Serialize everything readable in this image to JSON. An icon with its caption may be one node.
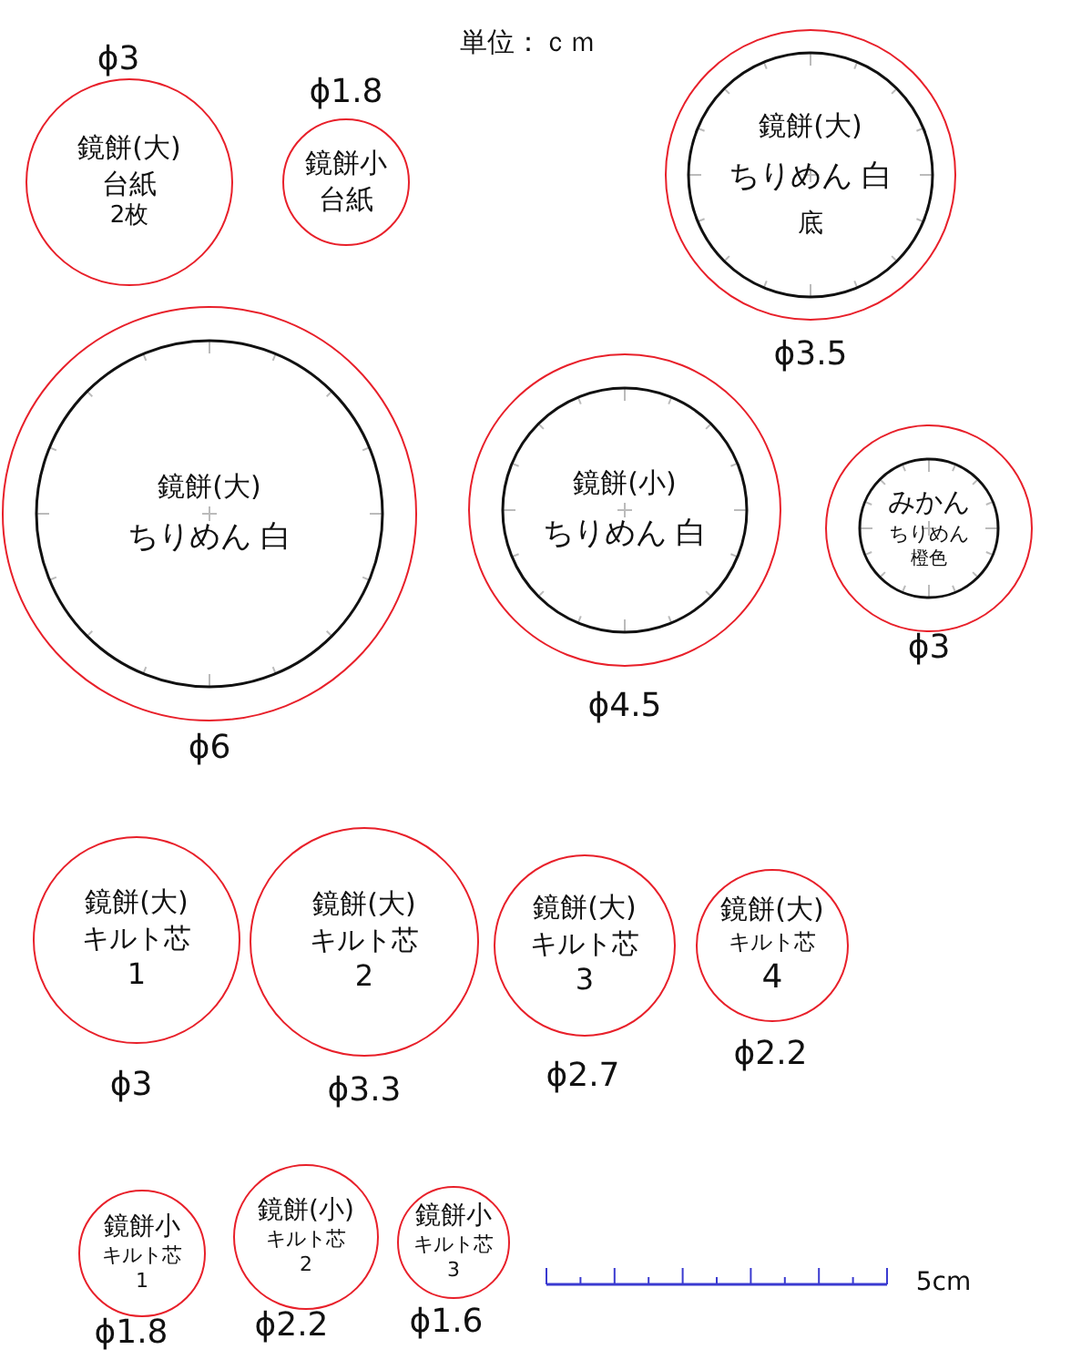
{
  "diagram": {
    "nodes": [
      {
        "text": [
          "鏡餅(大)",
          "台紙",
          "2枚"
        ],
        "beside": [
          "ϕ3"
        ]
      },
      {
        "text": [
          "鏡餅小",
          "台紙"
        ],
        "beside": [
          "ϕ1.8"
        ]
      },
      {
        "text": [
          "鏡餅(大)",
          "ちりめん 白",
          "底"
        ],
        "beside": [
          "ϕ3.5"
        ]
      },
      {
        "text": [
          "鏡餅(大)",
          "ちりめん 白"
        ],
        "beside": [
          "ϕ6"
        ]
      },
      {
        "text": [
          "鏡餅(小)",
          "ちりめん 白"
        ],
        "beside": [
          "ϕ4.5"
        ]
      },
      {
        "text": [
          "みかん",
          "ちりめん",
          "橙色"
        ],
        "beside": [
          "ϕ3"
        ]
      },
      {
        "text": [
          "鏡餅(大)",
          "キルト芯",
          "1"
        ],
        "beside": [
          "ϕ3"
        ]
      },
      {
        "text": [
          "鏡餅(大)",
          "キルト芯",
          "2"
        ],
        "beside": [
          "ϕ3.3"
        ]
      },
      {
        "text": [
          "鏡餅(大)",
          "キルト芯",
          "3"
        ],
        "beside": [
          "ϕ2.7"
        ]
      },
      {
        "text": [
          "鏡餅(大)",
          "キルト芯",
          "4"
        ],
        "beside": [
          "ϕ2.2"
        ]
      },
      {
        "text": [
          "鏡餅小",
          "キルト芯",
          "1"
        ],
        "beside": [
          "ϕ1.8"
        ]
      },
      {
        "text": [
          "鏡餅(小)",
          "キルト芯",
          "2"
        ],
        "beside": [
          "ϕ2.2"
        ]
      },
      {
        "text": [
          "鏡餅小",
          "キルト芯",
          "3"
        ],
        "beside": [
          "ϕ1.6"
        ]
      }
    ],
    "labels": [
      "単位：ｃｍ",
      "5cm"
    ]
  }
}
